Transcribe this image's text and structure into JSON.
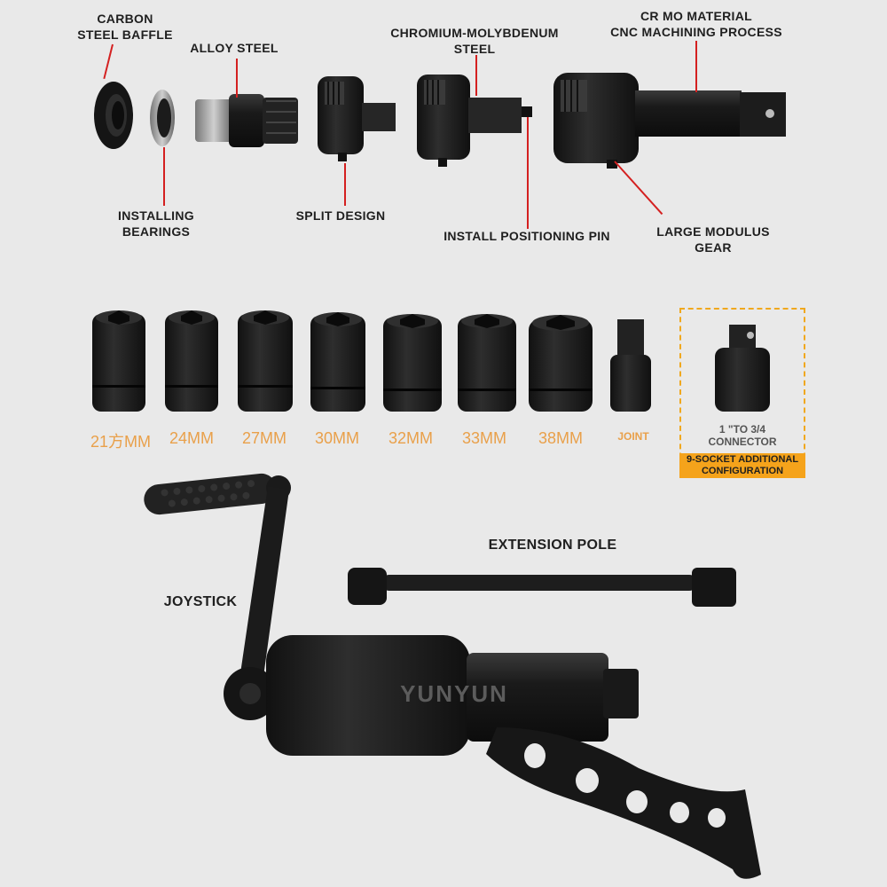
{
  "parts_labels": {
    "carbon_steel_baffle": "CARBON\nSTEEL BAFFLE",
    "alloy_steel": "ALLOY STEEL",
    "chromium_molybdenum_steel": "CHROMIUM-MOLYBDENUM\nSTEEL",
    "cr_mo_material": "CR MO MATERIAL\nCNC MACHINING PROCESS",
    "installing_bearings": "INSTALLING\nBEARINGS",
    "split_design": "SPLIT DESIGN",
    "install_positioning_pin": "INSTALL POSITIONING PIN",
    "large_modulus_gear": "LARGE MODULUS\nGEAR"
  },
  "sockets": [
    {
      "label": "21方MM"
    },
    {
      "label": "24MM"
    },
    {
      "label": "27MM"
    },
    {
      "label": "30MM"
    },
    {
      "label": "32MM"
    },
    {
      "label": "33MM"
    },
    {
      "label": "38MM"
    },
    {
      "label": "JOINT"
    }
  ],
  "connector": {
    "label": "1 \"TO 3/4\nCONNECTOR",
    "banner": "9-SOCKET ADDITIONAL\nCONFIGURATION"
  },
  "tool_labels": {
    "extension_pole": "EXTENSION POLE",
    "joystick": "JOYSTICK"
  },
  "brand_watermark": "YUNYUN",
  "colors": {
    "background": "#e9e9e9",
    "leader_red": "#d42020",
    "size_orange": "#e9a04a",
    "banner_orange": "#f5a31b"
  }
}
